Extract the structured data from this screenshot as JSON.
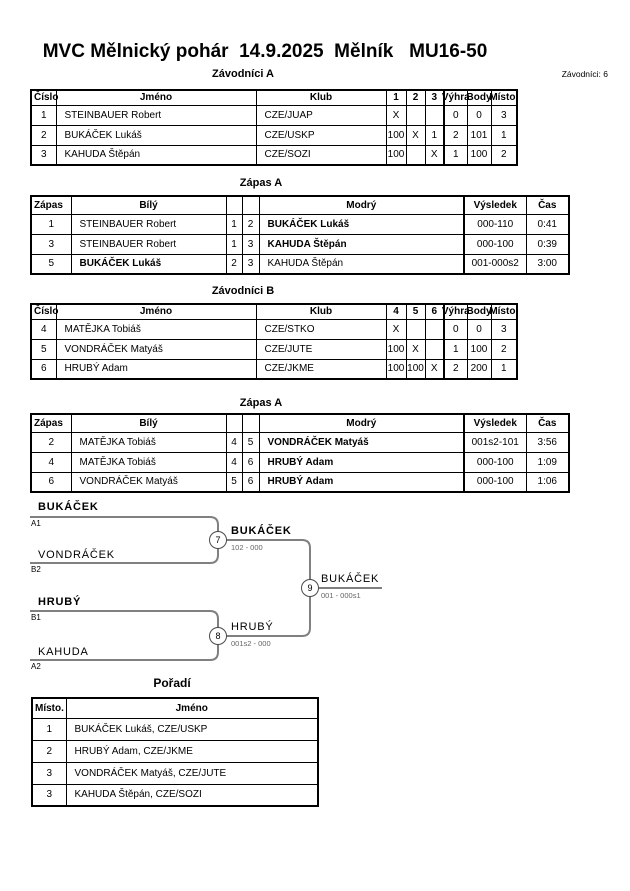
{
  "page": {
    "title": "MVC Mělnický pohár  14.9.2025  Mělník   MU16-50",
    "competitors_count": "Závodníci: 6"
  },
  "group_a": {
    "heading": "Závodníci A",
    "headers": {
      "cislo": "Číslo",
      "jmeno": "Jméno",
      "klub": "Klub",
      "c1": "1",
      "c2": "2",
      "c3": "3",
      "vyhra": "Výhra",
      "body": "Body",
      "misto": "Místo."
    },
    "rows": [
      {
        "cislo": "1",
        "jmeno": "STEINBAUER Robert",
        "klub": "CZE/JUAP",
        "c1": "X",
        "c2": "",
        "c3": "",
        "vyhra": "0",
        "body": "0",
        "misto": "3"
      },
      {
        "cislo": "2",
        "jmeno": "BUKÁČEK Lukáš",
        "klub": "CZE/USKP",
        "c1": "100",
        "c2": "X",
        "c3": "1",
        "vyhra": "2",
        "body": "101",
        "misto": "1"
      },
      {
        "cislo": "3",
        "jmeno": "KAHUDA Štěpán",
        "klub": "CZE/SOZI",
        "c1": "100",
        "c2": "",
        "c3": "X",
        "vyhra": "1",
        "body": "100",
        "misto": "2"
      }
    ]
  },
  "match_a": {
    "heading": "Zápas A",
    "headers": {
      "zapas": "Zápas",
      "bily": "Bílý",
      "modry": "Modrý",
      "vysledek": "Výsledek",
      "cas": "Čas"
    },
    "rows": [
      {
        "zapas": "1",
        "bily": "STEINBAUER Robert",
        "n1": "1",
        "n2": "2",
        "modry": "BUKÁČEK Lukáš",
        "vysledek": "000-110",
        "cas": "0:41"
      },
      {
        "zapas": "3",
        "bily": "STEINBAUER Robert",
        "n1": "1",
        "n2": "3",
        "modry": "KAHUDA Štěpán",
        "vysledek": "000-100",
        "cas": "0:39"
      },
      {
        "zapas": "5",
        "bily": "BUKÁČEK Lukáš",
        "n1": "2",
        "n2": "3",
        "modry": "KAHUDA Štěpán",
        "vysledek": "001-000s2",
        "cas": "3:00"
      }
    ]
  },
  "group_b": {
    "heading": "Závodníci B",
    "headers": {
      "cislo": "Číslo",
      "jmeno": "Jméno",
      "klub": "Klub",
      "c1": "4",
      "c2": "5",
      "c3": "6",
      "vyhra": "Výhra",
      "body": "Body",
      "misto": "Místo."
    },
    "rows": [
      {
        "cislo": "4",
        "jmeno": "MATĚJKA Tobiáš",
        "klub": "CZE/STKO",
        "c1": "X",
        "c2": "",
        "c3": "",
        "vyhra": "0",
        "body": "0",
        "misto": "3"
      },
      {
        "cislo": "5",
        "jmeno": "VONDRÁČEK Matyáš",
        "klub": "CZE/JUTE",
        "c1": "100",
        "c2": "X",
        "c3": "",
        "vyhra": "1",
        "body": "100",
        "misto": "2"
      },
      {
        "cislo": "6",
        "jmeno": "HRUBÝ Adam",
        "klub": "CZE/JKME",
        "c1": "100",
        "c2": "100",
        "c3": "X",
        "vyhra": "2",
        "body": "200",
        "misto": "1"
      }
    ]
  },
  "match_b": {
    "heading": "Zápas A",
    "headers": {
      "zapas": "Zápas",
      "bily": "Bílý",
      "modry": "Modrý",
      "vysledek": "Výsledek",
      "cas": "Čas"
    },
    "rows": [
      {
        "zapas": "2",
        "bily": "MATĚJKA Tobiáš",
        "n1": "4",
        "n2": "5",
        "modry": "VONDRÁČEK Matyáš",
        "vysledek": "001s2-101",
        "cas": "3:56"
      },
      {
        "zapas": "4",
        "bily": "MATĚJKA Tobiáš",
        "n1": "4",
        "n2": "6",
        "modry": "HRUBÝ Adam",
        "vysledek": "000-100",
        "cas": "1:09"
      },
      {
        "zapas": "6",
        "bily": "VONDRÁČEK Matyáš",
        "n1": "5",
        "n2": "6",
        "modry": "HRUBÝ Adam",
        "vysledek": "000-100",
        "cas": "1:06"
      }
    ]
  },
  "bracket": {
    "entry1": {
      "name": "BUKÁČEK",
      "seed": "A1"
    },
    "entry2": {
      "name": "VONDRÁČEK",
      "seed": "B2"
    },
    "entry3": {
      "name": "HRUBÝ",
      "seed": "B1"
    },
    "entry4": {
      "name": "KAHUDA",
      "seed": "A2"
    },
    "semi1": {
      "number": "7",
      "winner": "BUKÁČEK",
      "result": "102 - 000"
    },
    "semi2": {
      "number": "8",
      "winner": "HRUBÝ",
      "result": "001s2 - 000"
    },
    "final": {
      "number": "9",
      "winner": "BUKÁČEK",
      "result": "001 - 000s1"
    },
    "line_color": "#808080"
  },
  "standings": {
    "heading": "Pořadí",
    "headers": {
      "misto": "Místo.",
      "jmeno": "Jméno"
    },
    "rows": [
      {
        "misto": "1",
        "jmeno": "BUKÁČEK Lukáš, CZE/USKP"
      },
      {
        "misto": "2",
        "jmeno": "HRUBÝ Adam, CZE/JKME"
      },
      {
        "misto": "3",
        "jmeno": "VONDRÁČEK Matyáš, CZE/JUTE"
      },
      {
        "misto": "3",
        "jmeno": "KAHUDA Štěpán, CZE/SOZI"
      }
    ]
  }
}
